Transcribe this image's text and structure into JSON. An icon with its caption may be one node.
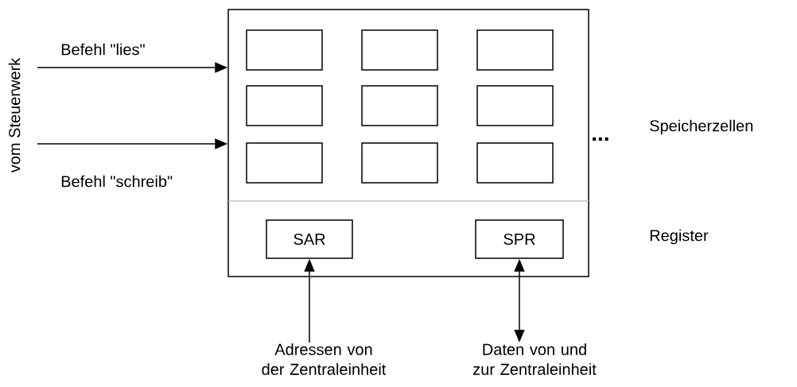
{
  "diagram": {
    "nodes": [
      {
        "text": [],
        "shape": "box"
      },
      {
        "text": [],
        "shape": "box",
        "in": 0
      },
      {
        "text": [],
        "shape": "box",
        "in": 0
      },
      {
        "text": [],
        "shape": "box",
        "in": 0
      },
      {
        "text": [],
        "shape": "box",
        "in": 0
      },
      {
        "text": [],
        "shape": "box",
        "in": 0
      },
      {
        "text": [],
        "shape": "box",
        "in": 0
      },
      {
        "text": [],
        "shape": "box",
        "in": 0
      },
      {
        "text": [],
        "shape": "box",
        "in": 0
      },
      {
        "text": [],
        "shape": "box",
        "in": 0
      },
      {
        "text": [
          "SAR"
        ],
        "in": 0
      },
      {
        "text": [
          "SPR"
        ],
        "in": 0
      },
      {
        "text": [
          "Adressen von der Zentraleinheit"
        ]
      },
      {
        "text": [
          "Daten von und zur Zentraleinheit"
        ]
      }
    ],
    "edges": [
      {
        "from": null,
        "to": 0,
        "arrow": "to",
        "label": "Befehl \"lies\""
      },
      {
        "from": null,
        "to": 0,
        "arrow": "to",
        "label": "Befehl \"schreib\""
      },
      {
        "from": 12,
        "to": 10,
        "arrow": "to"
      },
      {
        "from": 13,
        "to": 11,
        "arrow": "both"
      }
    ],
    "labels": [
      "vom Steuerwerk",
      "...",
      "Speicherzellen",
      "Register"
    ]
  }
}
